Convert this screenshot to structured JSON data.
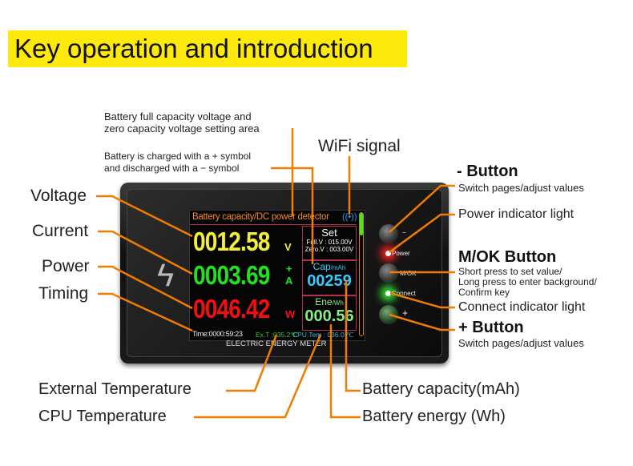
{
  "title": "Key operation and introduction",
  "callouts": {
    "setting_area": [
      "Battery full capacity voltage and",
      "zero capacity voltage setting area"
    ],
    "charge_sign": [
      "Battery is charged with a + symbol",
      "and discharged with a − symbol"
    ],
    "wifi": "WiFi signal",
    "voltage": "Voltage",
    "current": "Current",
    "power": "Power",
    "timing": "Timing",
    "minus_button": {
      "title": "- Button",
      "desc": "Switch pages/adjust values"
    },
    "power_light": "Power indicator light",
    "mok_button": {
      "title": "M/OK Button",
      "desc": [
        "Short press to set value/",
        "Long press to enter background/",
        "Confirm key"
      ]
    },
    "connect_light": "Connect indicator light",
    "plus_button": {
      "title": "+ Button",
      "desc": "Switch pages/adjust values"
    },
    "ext_temp": "External Temperature",
    "cpu_temp": "CPU Temperature",
    "capacity": "Battery capacity(mAh)",
    "energy": "Battery energy (Wh)"
  },
  "screen": {
    "header": "Battery capacity/DC power detector",
    "voltage": "0012.58",
    "voltage_unit": "V",
    "current": "0003.69",
    "current_unit": "A",
    "current_sign": "+",
    "power": "0046.42",
    "power_unit": "W",
    "set_title": "Set",
    "full_v": "Full.V : 015.00V",
    "zero_v": "Zero.V : 003.00V",
    "cap_label": "Cap",
    "cap_unit": "/mAh",
    "cap_value": "00259",
    "ene_label": "Ene",
    "ene_unit": "/Wh",
    "ene_value": "000.56",
    "time": "Time:0000:59:23",
    "ext_temp": "Ex.T :035.2℃",
    "cpu_temp": "CPU.Tem : 036.0 ℃"
  },
  "device": {
    "brand": "ELECTRIC ENERGY METER",
    "btn_minus": "−",
    "led_power": "Power",
    "btn_mok": "M/OK",
    "led_connect": "Connect",
    "btn_plus": "+"
  },
  "colors": {
    "accent": "#f07c00",
    "title_bg": "#fde90a"
  }
}
